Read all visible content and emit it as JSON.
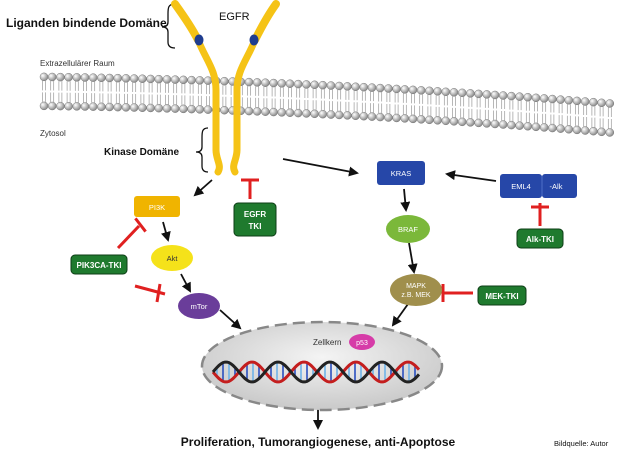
{
  "labels": {
    "ligand_domain": "Liganden bindende Domäne",
    "egfr": "EGFR",
    "extracellular": "Extrazellulärer Raum",
    "cytosol": "Zytosol",
    "kinase_domain": "Kinase Domäne",
    "outcome": "Proliferation, Tumorangiogenese, anti-Apoptose",
    "source": "Bildquelle: Autor",
    "nucleus": "Zellkern"
  },
  "nodes": {
    "pi3k": "PI3K",
    "akt": "Akt",
    "mtor": "mTor",
    "kras": "KRAS",
    "braf": "BRAF",
    "mapk_line1": "MAPK",
    "mapk_line2": "z.B. MEK",
    "eml4": "EML4",
    "alk": "-Alk",
    "p53": "p53"
  },
  "inhibitors": {
    "egfr_tki_line1": "EGFR",
    "egfr_tki_line2": "TKI",
    "pik3ca_tki": "PIK3CA-TKI",
    "mek_tki": "MEK-TKI",
    "alk_tki": "Alk-TKI"
  },
  "colors": {
    "receptor": "#f5c316",
    "receptor_cap": "#1f3d8f",
    "membrane_bead": "#a8a8a8",
    "pi3k": "#f0b400",
    "akt": "#f5e21a",
    "mtor": "#6a3d9a",
    "kras": "#2647a8",
    "braf": "#7bb83a",
    "mapk": "#a08f4c",
    "eml4": "#2647a8",
    "p53": "#d63ca8",
    "inhibitor_box": "#1f7a2e",
    "inhibit_bar": "#e02020",
    "nucleus": "#e6e6e6"
  }
}
